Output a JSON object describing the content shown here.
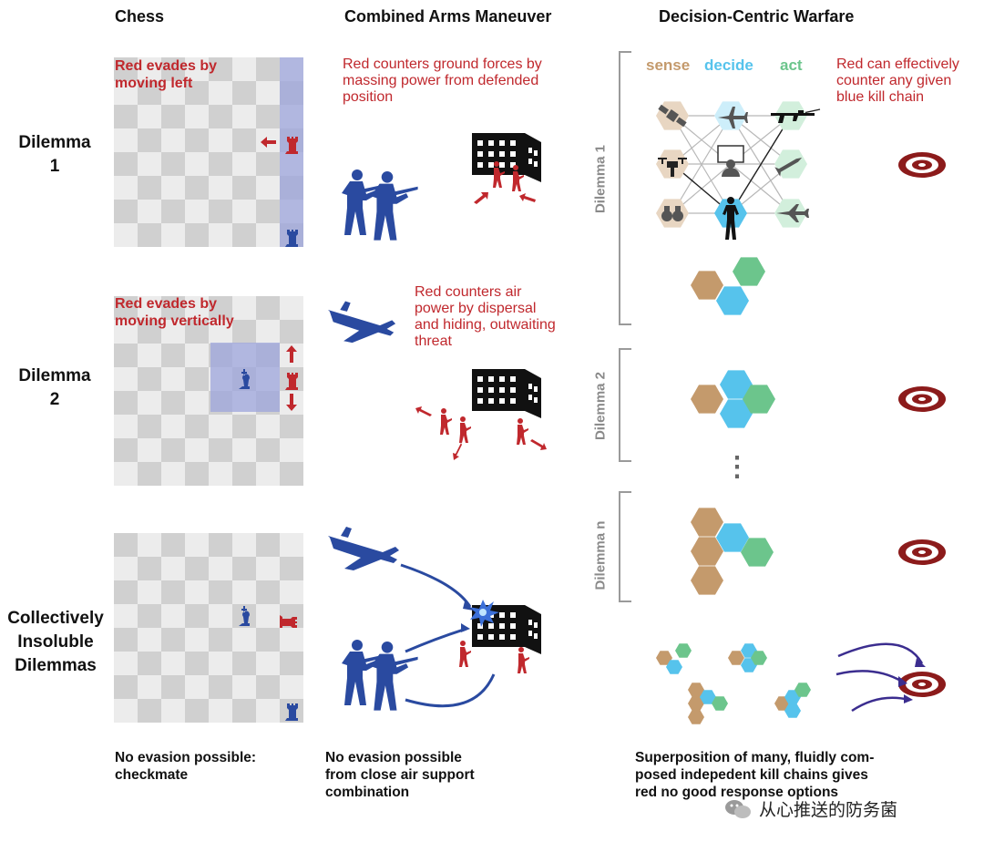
{
  "columns": {
    "chess": "Chess",
    "cam": "Combined Arms Maneuver",
    "dcw": "Decision-Centric Warfare"
  },
  "rows": {
    "dilemma1": [
      "Dilemma",
      "1"
    ],
    "dilemma2": [
      "Dilemma",
      "2"
    ],
    "collective": [
      "Collectively",
      "Insoluble",
      "Dilemmas"
    ]
  },
  "chess_notes": {
    "d1": [
      "Red evades by",
      "moving left"
    ],
    "d2": [
      "Red evades by",
      "moving vertically"
    ]
  },
  "cam_notes": {
    "d1": [
      "Red counters ground forces by",
      "massing power from defended",
      "position"
    ],
    "d2": [
      "Red counters air",
      "power by dispersal",
      "and hiding, outwaiting",
      "threat"
    ]
  },
  "dcw": {
    "legend": {
      "sense": "sense",
      "decide": "decide",
      "act": "act"
    },
    "note": [
      "Red can effectively",
      "counter any given",
      "blue kill chain"
    ],
    "dim_labels": [
      "Dilemma 1",
      "Dilemma 2",
      "Dilemma  n"
    ],
    "ellipsis": "⋮"
  },
  "footers": {
    "chess": [
      "No evasion possible:",
      "checkmate"
    ],
    "cam": [
      "No evasion possible",
      "from close air support",
      "combination"
    ],
    "dcw": [
      "Superposition of many, fluidly com-",
      "posed indepedent kill chains gives",
      "red no good response options"
    ]
  },
  "watermark": "从心推送的防务菌",
  "colors": {
    "red": "#c0282d",
    "blue": "#2a4aa0",
    "sense": "#c49a6c",
    "decide": "#56c3ec",
    "act": "#6cc58c",
    "target": "#8c1b1b",
    "grid_dark": "#d0d0d0",
    "grid_light": "#ececec",
    "highlight": "#9ea6dc"
  },
  "icons": [
    "rook-icon",
    "king-icon",
    "arrow-icon",
    "soldier-icon",
    "building-icon",
    "aircraft-icon",
    "satellite-icon",
    "drone-icon",
    "binoculars-icon",
    "rifle-icon",
    "missile-icon",
    "target-icon",
    "hexagon-icon",
    "explosion-icon",
    "wechat-icon"
  ]
}
